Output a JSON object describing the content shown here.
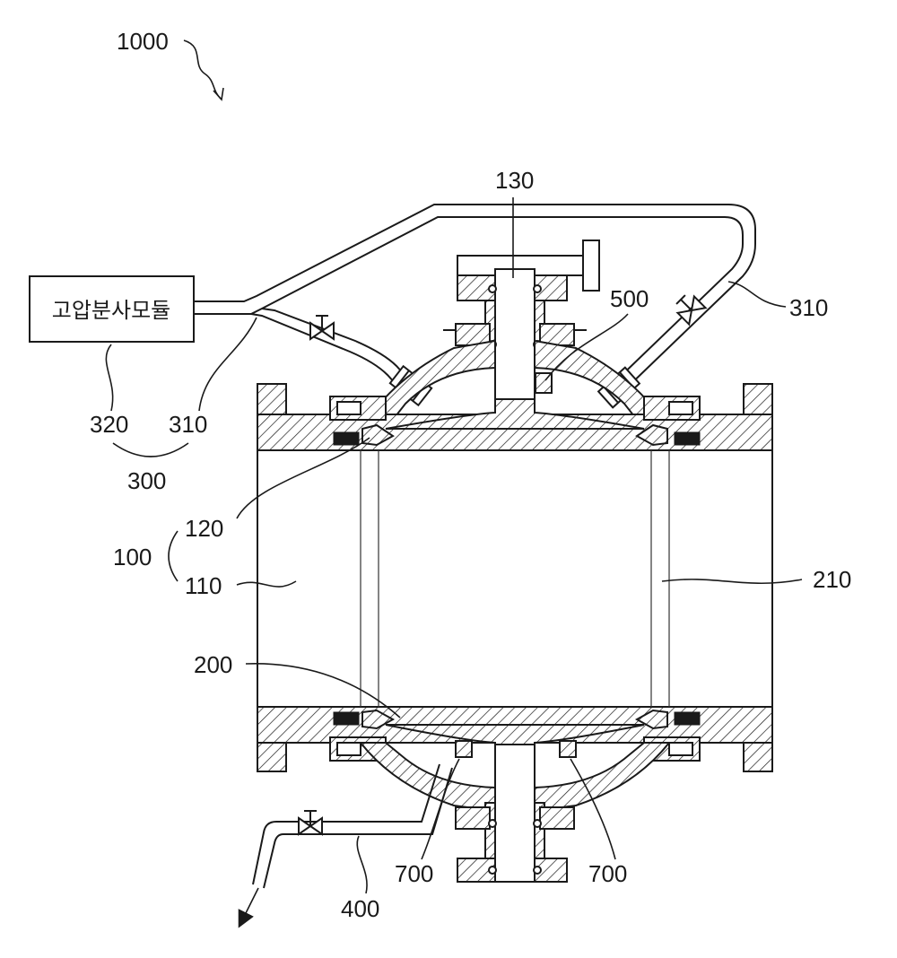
{
  "figure": {
    "ref_main": "1000",
    "module_box_text": "고압분사모듈",
    "labels": {
      "l130": "130",
      "l310_right": "310",
      "l500": "500",
      "l320": "320",
      "l310_left": "310",
      "l300": "300",
      "l120": "120",
      "l100": "100",
      "l110": "110",
      "l210": "210",
      "l200": "200",
      "l700_left": "700",
      "l700_right": "700",
      "l400": "400"
    }
  }
}
